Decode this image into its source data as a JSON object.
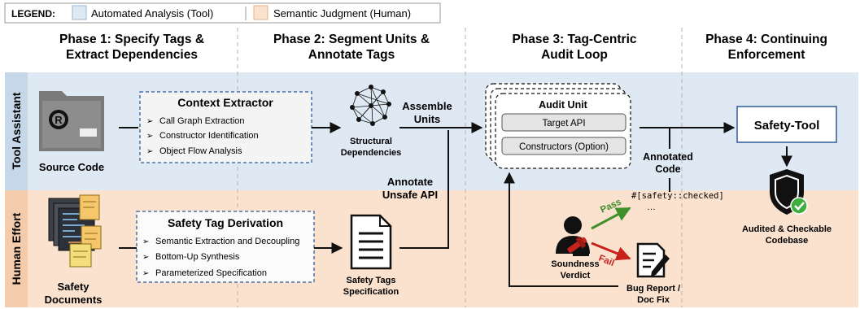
{
  "legend": {
    "title": "LEGEND:",
    "tool": "Automated Analysis (Tool)",
    "human": "Semantic Judgment (Human)",
    "tool_color": "#dfe9f4",
    "human_color": "#fbe2cf"
  },
  "phases": [
    {
      "line1": "Phase 1: Specify Tags &",
      "line2": "Extract Dependencies"
    },
    {
      "line1": "Phase 2: Segment Units &",
      "line2": "Annotate Tags"
    },
    {
      "line1": "Phase 3: Tag-Centric",
      "line2": "Audit Loop"
    },
    {
      "line1": "Phase 4: Continuing",
      "line2": "Enforcement"
    }
  ],
  "lanes": {
    "tool": "Tool Assistant",
    "human": "Human Effort"
  },
  "source_code": {
    "label": "Source Code",
    "icon": "rust-folder-icon"
  },
  "context_extractor": {
    "title": "Context Extractor",
    "items": [
      "Call Graph Extraction",
      "Constructor Identification",
      "Object Flow Analysis"
    ]
  },
  "structural": {
    "line1": "Structural",
    "line2": "Dependencies"
  },
  "assemble": {
    "line1": "Assemble",
    "line2": "Units"
  },
  "annotate_unsafe": {
    "line1": "Annotate",
    "line2": "Unsafe API"
  },
  "audit_unit": {
    "title": "Audit Unit",
    "target": "Target API",
    "constructors": "Constructors (Option)"
  },
  "annotated_code": {
    "line1": "Annotated",
    "line2": "Code"
  },
  "safety_tool": {
    "label": "Safety-Tool"
  },
  "audited": {
    "line1": "Audited & Checkable",
    "line2": "Codebase"
  },
  "safety_docs": {
    "line1": "Safety",
    "line2": "Documents"
  },
  "tag_derivation": {
    "title": "Safety Tag Derivation",
    "items": [
      "Semantic Extraction and Decoupling",
      "Bottom-Up Synthesis",
      "Parameterized Specification"
    ]
  },
  "tags_spec": {
    "line1": "Safety Tags",
    "line2": "Specification"
  },
  "soundness": {
    "line1": "Soundness",
    "line2": "Verdict"
  },
  "pass_label": "Pass",
  "fail_label": "Fail",
  "checked_attr": "#[safety::checked]",
  "ellipsis": "…",
  "bug_report": {
    "line1": "Bug Report /",
    "line2": "Doc Fix"
  }
}
